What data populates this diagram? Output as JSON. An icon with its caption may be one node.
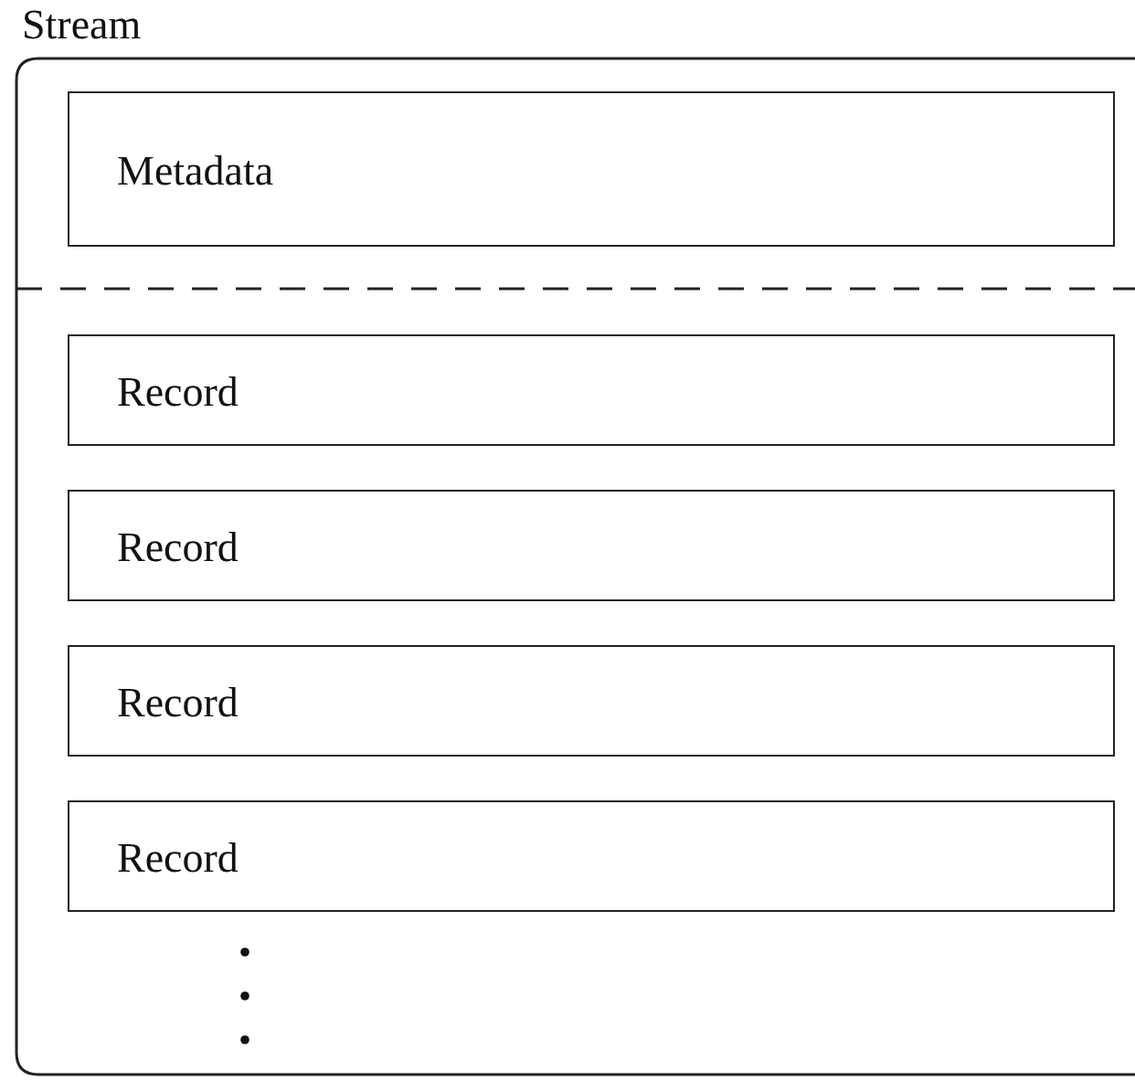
{
  "diagram": {
    "nodes": [
      {
        "text": [
          "Stream"
        ]
      },
      {
        "text": [
          "Metadata"
        ],
        "in": 0
      },
      {
        "text": [
          "Record"
        ],
        "in": 0
      },
      {
        "text": [
          "Record"
        ],
        "in": 0
      },
      {
        "text": [
          "Record"
        ],
        "in": 0
      },
      {
        "text": [
          "Record"
        ],
        "in": 0
      }
    ],
    "edges": []
  }
}
